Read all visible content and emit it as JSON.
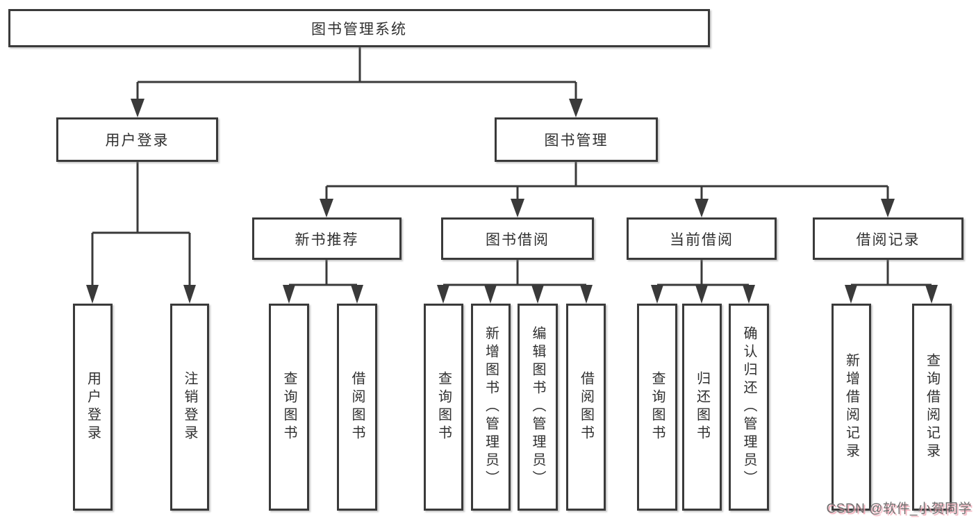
{
  "diagram_title": "图书管理系统",
  "tree": {
    "label": "图书管理系统",
    "children": [
      {
        "label": "用户登录",
        "children": [
          {
            "label": "用户登录"
          },
          {
            "label": "注销登录"
          }
        ]
      },
      {
        "label": "图书管理",
        "children": [
          {
            "label": "新书推荐",
            "children": [
              {
                "label": "查询图书"
              },
              {
                "label": "借阅图书"
              }
            ]
          },
          {
            "label": "图书借阅",
            "children": [
              {
                "label": "查询图书"
              },
              {
                "label": "新增图书（管理员）"
              },
              {
                "label": "编辑图书（管理员）"
              },
              {
                "label": "借阅图书"
              }
            ]
          },
          {
            "label": "当前借阅",
            "children": [
              {
                "label": "查询图书"
              },
              {
                "label": "归还图书"
              },
              {
                "label": "确认归还（管理员）"
              }
            ]
          },
          {
            "label": "借阅记录",
            "children": [
              {
                "label": "新增借阅记录"
              },
              {
                "label": "查询借阅记录"
              }
            ]
          }
        ]
      }
    ]
  },
  "watermark": {
    "text": "CSDN @软件_小贺同学"
  },
  "colors": {
    "line": "#3a3a3a",
    "box_border": "#3a3a3a",
    "text": "#303030",
    "background": "#ffffff",
    "watermark_text": "#6f6f6f",
    "watermark_shadow": "#f1a6b4"
  }
}
